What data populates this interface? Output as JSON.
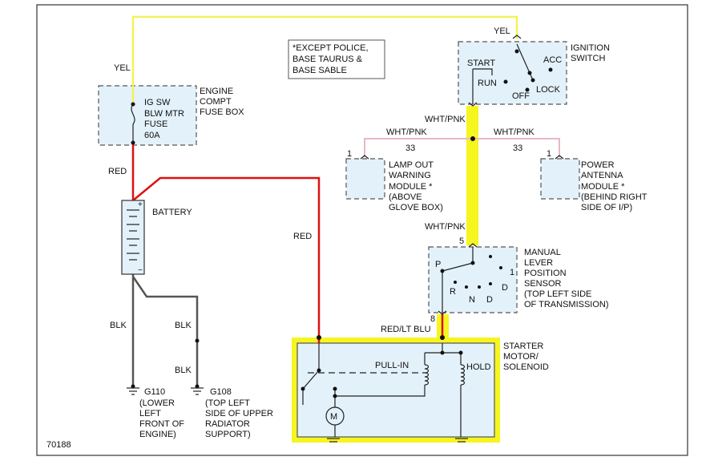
{
  "labels": {
    "yel_left": "YEL",
    "yel_right": "YEL",
    "note_line1": "*EXCEPT POLICE,",
    "note_line2": "BASE TAURUS &",
    "note_line3": "BASE SABLE",
    "ign_title1": "IGNITION",
    "ign_title2": "SWITCH",
    "ign_start": "START",
    "ign_acc": "ACC",
    "ign_run": "RUN",
    "ign_lock": "LOCK",
    "ign_off": "OFF",
    "fuse_line1": "IG SW",
    "fuse_line2": "BLW MTR",
    "fuse_line3": "FUSE",
    "fuse_line4": "60A",
    "fusebox_title1": "ENGINE",
    "fusebox_title2": "COMPT",
    "fusebox_title3": "FUSE BOX",
    "red_upper": "RED",
    "red_middle": "RED",
    "battery": "BATTERY",
    "blk_left": "BLK",
    "blk_right1": "BLK",
    "blk_right2": "BLK",
    "wht_pnk_top": "WHT/PNK",
    "wht_pnk_left": "WHT/PNK",
    "wht_pnk_right": "WHT/PNK",
    "wht_pnk_lower": "WHT/PNK",
    "pin_33_left": "33",
    "pin_33_right": "33",
    "pin_1_left": "1",
    "pin_1_right": "1",
    "lamp_line1": "LAMP OUT",
    "lamp_line2": "WARNING",
    "lamp_line3": "MODULE *",
    "lamp_line4": "(ABOVE",
    "lamp_line5": "GLOVE BOX)",
    "ant_line1": "POWER",
    "ant_line2": "ANTENNA",
    "ant_line3": "MODULE *",
    "ant_line4": "(BEHIND RIGHT",
    "ant_line5": "SIDE OF I/P)",
    "pin_5": "5",
    "pin_8": "8",
    "mlps_line1": "MANUAL",
    "mlps_line2": "LEVER",
    "mlps_line3": "POSITION",
    "mlps_line4": "SENSOR",
    "mlps_line5": "(TOP LEFT SIDE",
    "mlps_line6": "OF TRANSMISSION)",
    "gear_p": "P",
    "gear_r": "R",
    "gear_n": "N",
    "gear_d_upper": "D",
    "gear_d_lower": "D",
    "gear_1": "1",
    "red_lt_blu": "RED/LT BLU",
    "starter_line1": "STARTER",
    "starter_line2": "MOTOR/",
    "starter_line3": "SOLENOID",
    "pull_in": "PULL-IN",
    "hold": "HOLD",
    "motor": "M",
    "g110": "G110",
    "g110_line1": "(LOWER",
    "g110_line2": "LEFT",
    "g110_line3": "FRONT OF",
    "g110_line4": "ENGINE)",
    "g108": "G108",
    "g108_line1": "(TOP LEFT",
    "g108_line2": "SIDE OF UPPER",
    "g108_line3": "RADIATOR",
    "g108_line4": "SUPPORT)",
    "figure_number": "70188"
  },
  "colors": {
    "yellow_wire": "#f2f25a",
    "red_wire": "#dd1111",
    "black_wire": "#555555",
    "pink_wire": "#e8b8c4",
    "component_fill": "#e3f1fa",
    "highlight_yellow": "#f5f520"
  }
}
